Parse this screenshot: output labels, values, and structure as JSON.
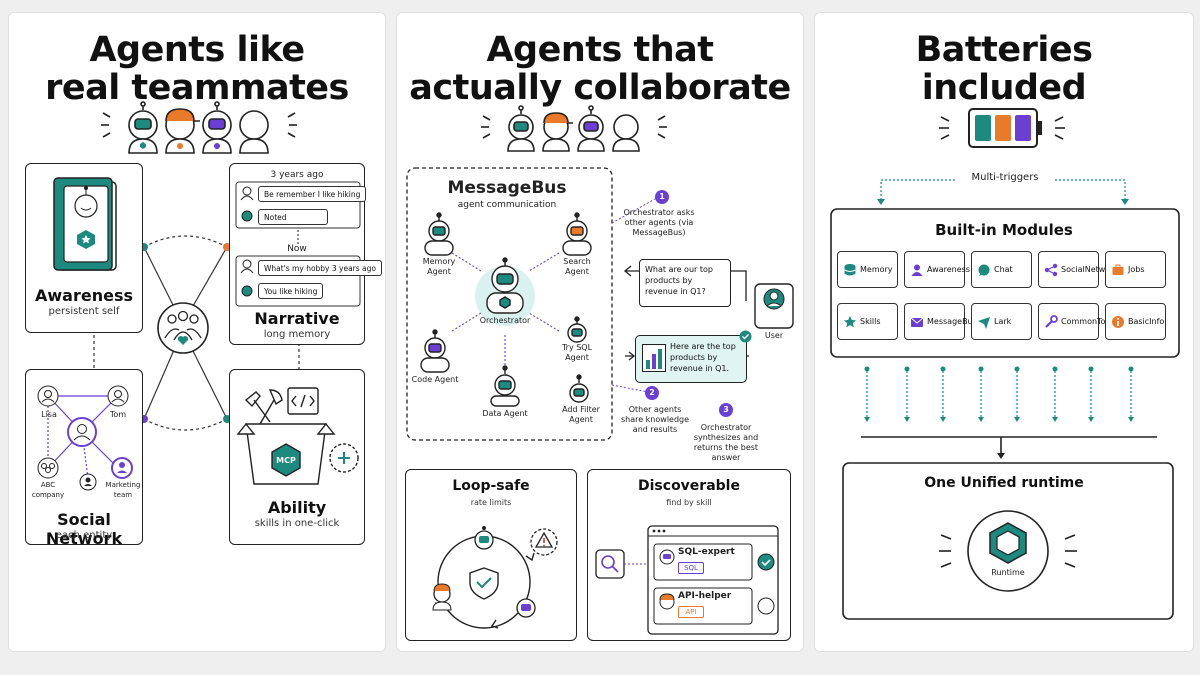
{
  "colors": {
    "teal": "#1d8a80",
    "orange": "#e87a2a",
    "purple": "#6b3fd4",
    "dark": "#222222"
  },
  "panel1": {
    "title_line1": "Agents like",
    "title_line2": "real teammates",
    "awareness": {
      "title": "Awareness",
      "subtitle": "persistent self"
    },
    "narrative": {
      "title": "Narrative",
      "subtitle": "long memory",
      "time_label": "3 years ago",
      "now_label": "Now",
      "messages": [
        "Be remember I like hiking",
        "Noted",
        "What's my hobby 3 years ago",
        "You like hiking"
      ]
    },
    "social": {
      "title": "Social Network",
      "subtitle": "each entity",
      "nodes": [
        "Lisa",
        "Tom",
        "ABC company",
        "Marketing team"
      ]
    },
    "ability": {
      "title": "Ability",
      "subtitle": "skills in one-click",
      "badge": "MCP"
    }
  },
  "panel2": {
    "title_line1": "Agents that",
    "title_line2": "actually collaborate",
    "messagebus": {
      "title": "MessageBus",
      "subtitle": "agent communication"
    },
    "agents": [
      "Memory Agent",
      "Search Agent",
      "Orchestrator",
      "Code Agent",
      "Try SQL Agent",
      "Data Agent",
      "Add Filter Agent"
    ],
    "steps": [
      {
        "num": "1",
        "text": "Orchestrator asks other agents (via MessageBus)"
      },
      {
        "num": "2",
        "text": "Other agents share knowledge and results"
      },
      {
        "num": "3",
        "text": "Orchestrator synthesizes and returns the best answer"
      }
    ],
    "question": "What are our top products by revenue in Q1?",
    "answer": "Here are the top products by revenue in Q1.",
    "user_label": "User",
    "loopsafe": {
      "title": "Loop-safe",
      "subtitle": "rate limits"
    },
    "discoverable": {
      "title": "Discoverable",
      "subtitle": "find by skill",
      "items": [
        {
          "name": "SQL-expert",
          "tag": "SQL"
        },
        {
          "name": "API-helper",
          "tag": "API"
        }
      ]
    }
  },
  "panel3": {
    "title_line1": "Batteries",
    "title_line2": "included",
    "triggers_label": "Multi-triggers",
    "modules_title": "Built-in Modules",
    "modules": [
      {
        "name": "Memory",
        "icon": "database-icon"
      },
      {
        "name": "Awareness",
        "icon": "person-icon"
      },
      {
        "name": "Chat",
        "icon": "chat-icon"
      },
      {
        "name": "SocialNetwork",
        "icon": "share-icon"
      },
      {
        "name": "Jobs",
        "icon": "briefcase-icon"
      },
      {
        "name": "Skills",
        "icon": "star-icon"
      },
      {
        "name": "MessageBus",
        "icon": "mail-icon"
      },
      {
        "name": "Lark",
        "icon": "send-icon"
      },
      {
        "name": "CommonTools",
        "icon": "wrench-icon"
      },
      {
        "name": "BasicInfo",
        "icon": "info-icon"
      }
    ],
    "runtime_title": "One Unified runtime",
    "runtime_label": "Runtime"
  }
}
